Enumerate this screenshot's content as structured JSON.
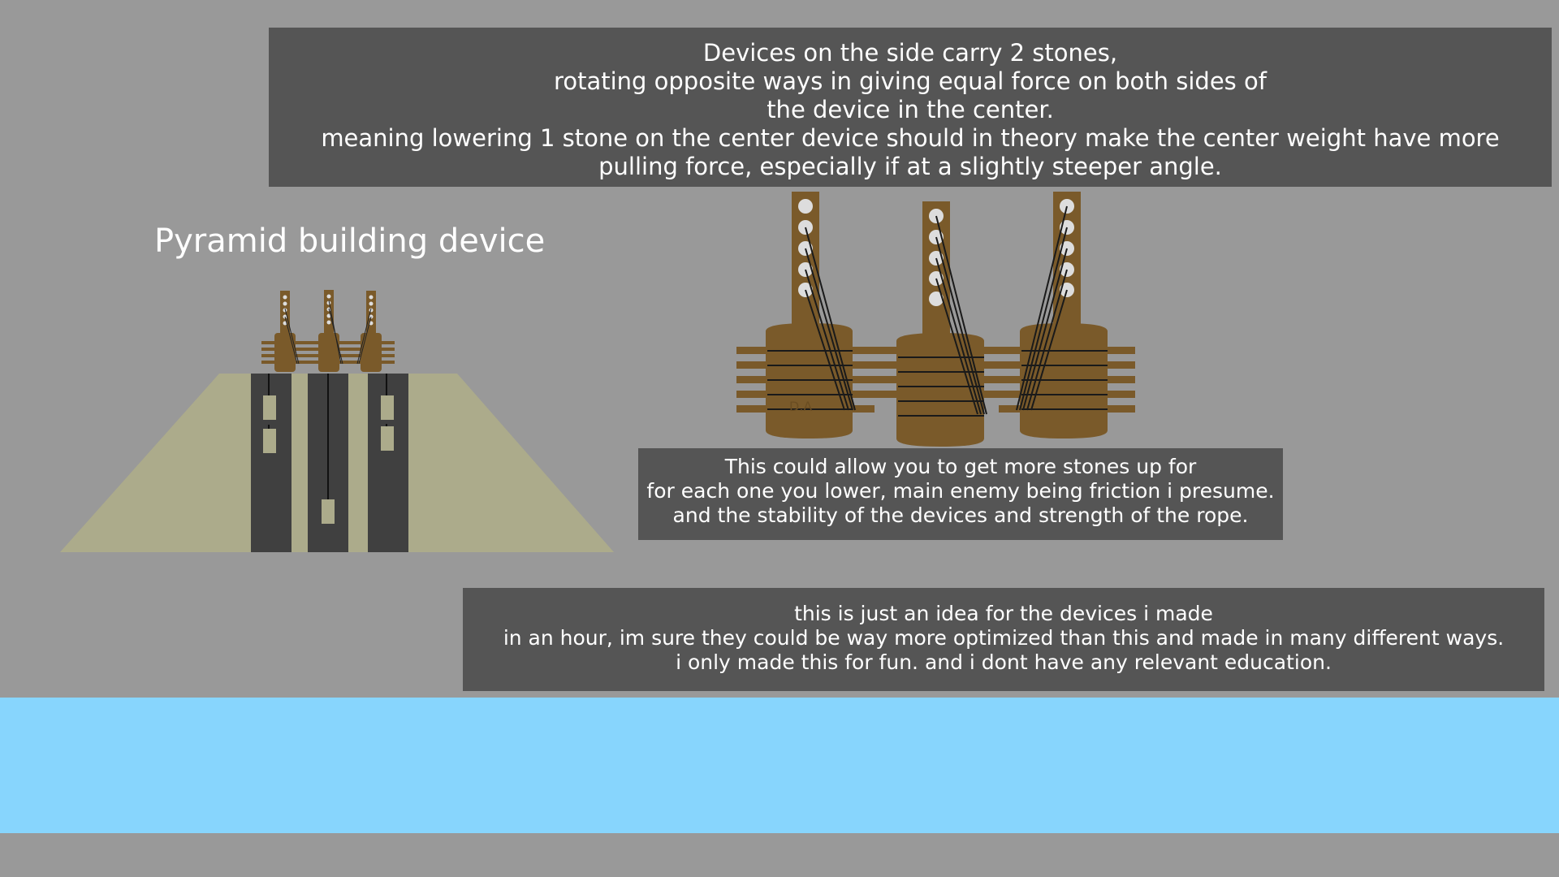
{
  "title": "Pyramid building device",
  "notes": {
    "top": [
      "Devices on the side carry 2 stones,",
      "rotating opposite ways in giving equal force on both sides of",
      "the device in the center.",
      "meaning lowering 1 stone on the center device should in theory make the center weight have more",
      "pulling force, especially if at a slightly steeper angle."
    ],
    "middle": [
      "This could allow you to get more stones up for",
      "for each one you lower, main enemy being friction i presume.",
      "and the stability of the devices and strength of the rope."
    ],
    "bottom": [
      "this is just an idea for the devices i made",
      "in an hour, im sure they could be way more optimized than this and made in many different ways.",
      "i only made this for fun. and i dont have any relevant education."
    ]
  },
  "signature": "D.A",
  "colors": {
    "background": "#999999",
    "note_bg": "#555555",
    "pyramid": "#acab8b",
    "shaft": "#404040",
    "wood": "#7a5a2a",
    "water": "#87d5fd"
  }
}
